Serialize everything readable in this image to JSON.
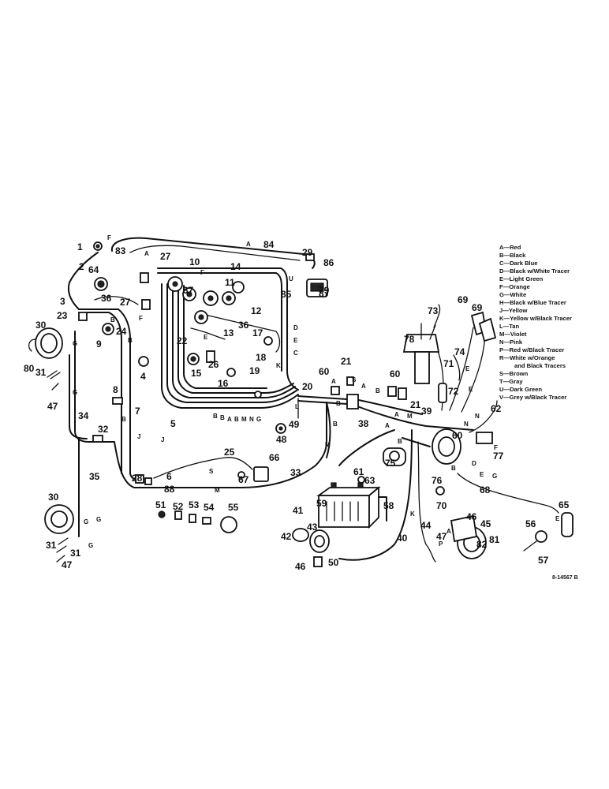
{
  "legend": [
    "A—Red",
    "B—Black",
    "C—Dark Blue",
    "D—Black w/White Tracer",
    "E—Light Green",
    "F—Orange",
    "G—White",
    "H—Black w/Blue Tracer",
    "J—Yellow",
    "K—Yellow w/Black Tracer",
    "L—Tan",
    "M—Violet",
    "N—Pink",
    "P—Red w/Black Tracer",
    "R—White w/Orange",
    "and Black Tracers",
    "S—Brown",
    "T—Gray",
    "U—Dark Green",
    "V—Grey w/Black Tracer"
  ],
  "drawing_number": "8-14567 B",
  "callouts": [
    {
      "id": "c1",
      "t": "1"
    },
    {
      "id": "c2",
      "t": "2"
    },
    {
      "id": "c3",
      "t": "3"
    },
    {
      "id": "c4",
      "t": "4"
    },
    {
      "id": "c5",
      "t": "5"
    },
    {
      "id": "c6",
      "t": "6"
    },
    {
      "id": "c7",
      "t": "7"
    },
    {
      "id": "c8",
      "t": "8"
    },
    {
      "id": "c9",
      "t": "9"
    },
    {
      "id": "c10",
      "t": "10"
    },
    {
      "id": "c11",
      "t": "11"
    },
    {
      "id": "c12",
      "t": "12"
    },
    {
      "id": "c13",
      "t": "13"
    },
    {
      "id": "c14",
      "t": "14"
    },
    {
      "id": "c15",
      "t": "15"
    },
    {
      "id": "c16",
      "t": "16"
    },
    {
      "id": "c17",
      "t": "17"
    },
    {
      "id": "c18",
      "t": "18"
    },
    {
      "id": "c19",
      "t": "19"
    },
    {
      "id": "c20",
      "t": "20"
    },
    {
      "id": "c21a",
      "t": "21"
    },
    {
      "id": "c21b",
      "t": "21"
    },
    {
      "id": "c22",
      "t": "22"
    },
    {
      "id": "c23",
      "t": "23"
    },
    {
      "id": "c24",
      "t": "24"
    },
    {
      "id": "c25",
      "t": "25"
    },
    {
      "id": "c26",
      "t": "26"
    },
    {
      "id": "c27a",
      "t": "27"
    },
    {
      "id": "c27b",
      "t": "27"
    },
    {
      "id": "c28",
      "t": "28"
    },
    {
      "id": "c29",
      "t": "29"
    },
    {
      "id": "c30a",
      "t": "30"
    },
    {
      "id": "c30b",
      "t": "30"
    },
    {
      "id": "c31a",
      "t": "31"
    },
    {
      "id": "c31b",
      "t": "31"
    },
    {
      "id": "c31c",
      "t": "31"
    },
    {
      "id": "c32",
      "t": "32"
    },
    {
      "id": "c33",
      "t": "33"
    },
    {
      "id": "c34",
      "t": "34"
    },
    {
      "id": "c35",
      "t": "35"
    },
    {
      "id": "c36a",
      "t": "36"
    },
    {
      "id": "c36b",
      "t": "36"
    },
    {
      "id": "c37",
      "t": "37"
    },
    {
      "id": "c38",
      "t": "38"
    },
    {
      "id": "c39",
      "t": "39"
    },
    {
      "id": "c40",
      "t": "40"
    },
    {
      "id": "c41",
      "t": "41"
    },
    {
      "id": "c42",
      "t": "42"
    },
    {
      "id": "c43",
      "t": "43"
    },
    {
      "id": "c44",
      "t": "44"
    },
    {
      "id": "c45",
      "t": "45"
    },
    {
      "id": "c46a",
      "t": "46"
    },
    {
      "id": "c46b",
      "t": "46"
    },
    {
      "id": "c47a",
      "t": "47"
    },
    {
      "id": "c47b",
      "t": "47"
    },
    {
      "id": "c47c",
      "t": "47"
    },
    {
      "id": "c48",
      "t": "48"
    },
    {
      "id": "c49",
      "t": "49"
    },
    {
      "id": "c50",
      "t": "50"
    },
    {
      "id": "c51",
      "t": "51"
    },
    {
      "id": "c52",
      "t": "52"
    },
    {
      "id": "c53",
      "t": "53"
    },
    {
      "id": "c54",
      "t": "54"
    },
    {
      "id": "c55",
      "t": "55"
    },
    {
      "id": "c56",
      "t": "56"
    },
    {
      "id": "c57",
      "t": "57"
    },
    {
      "id": "c58",
      "t": "58"
    },
    {
      "id": "c59",
      "t": "59"
    },
    {
      "id": "c60a",
      "t": "60"
    },
    {
      "id": "c60b",
      "t": "60"
    },
    {
      "id": "c60c",
      "t": "60"
    },
    {
      "id": "c61",
      "t": "61"
    },
    {
      "id": "c62",
      "t": "62"
    },
    {
      "id": "c63",
      "t": "63"
    },
    {
      "id": "c64",
      "t": "64"
    },
    {
      "id": "c65",
      "t": "65"
    },
    {
      "id": "c66",
      "t": "66"
    },
    {
      "id": "c67",
      "t": "67"
    },
    {
      "id": "c68",
      "t": "68"
    },
    {
      "id": "c69a",
      "t": "69"
    },
    {
      "id": "c69b",
      "t": "69"
    },
    {
      "id": "c70",
      "t": "70"
    },
    {
      "id": "c71",
      "t": "71"
    },
    {
      "id": "c72",
      "t": "72"
    },
    {
      "id": "c73",
      "t": "73"
    },
    {
      "id": "c74",
      "t": "74"
    },
    {
      "id": "c75",
      "t": "75"
    },
    {
      "id": "c76",
      "t": "76"
    },
    {
      "id": "c77",
      "t": "77"
    },
    {
      "id": "c78",
      "t": "78"
    },
    {
      "id": "c79",
      "t": "79"
    },
    {
      "id": "c80",
      "t": "80"
    },
    {
      "id": "c81",
      "t": "81"
    },
    {
      "id": "c82",
      "t": "82"
    },
    {
      "id": "c83",
      "t": "83"
    },
    {
      "id": "c84",
      "t": "84"
    },
    {
      "id": "c85",
      "t": "85"
    },
    {
      "id": "c86",
      "t": "86"
    },
    {
      "id": "c87",
      "t": "87"
    },
    {
      "id": "c88",
      "t": "88"
    }
  ],
  "wire_letters": [
    {
      "id": "w1",
      "t": "F"
    },
    {
      "id": "w2",
      "t": "A"
    },
    {
      "id": "w3",
      "t": "A"
    },
    {
      "id": "w4",
      "t": "U"
    },
    {
      "id": "w5",
      "t": "B"
    },
    {
      "id": "w6",
      "t": "F"
    },
    {
      "id": "w7",
      "t": "F"
    },
    {
      "id": "w8",
      "t": "D"
    },
    {
      "id": "w9",
      "t": "E"
    },
    {
      "id": "w10",
      "t": "C"
    },
    {
      "id": "w11",
      "t": "K"
    },
    {
      "id": "w12",
      "t": "J"
    },
    {
      "id": "w13",
      "t": "J"
    },
    {
      "id": "w14",
      "t": "B"
    },
    {
      "id": "w15",
      "t": "G"
    },
    {
      "id": "w16",
      "t": "G"
    },
    {
      "id": "w17",
      "t": "S"
    },
    {
      "id": "w18",
      "t": "M"
    },
    {
      "id": "w19",
      "t": "M"
    },
    {
      "id": "w20",
      "t": "B"
    },
    {
      "id": "w21",
      "t": "L"
    },
    {
      "id": "w22",
      "t": "A"
    },
    {
      "id": "w23",
      "t": "G"
    },
    {
      "id": "w24",
      "t": "G"
    },
    {
      "id": "w25",
      "t": "G"
    },
    {
      "id": "w26",
      "t": "A"
    },
    {
      "id": "w27",
      "t": "K"
    },
    {
      "id": "w28",
      "t": "N"
    },
    {
      "id": "w29",
      "t": "E"
    },
    {
      "id": "w30",
      "t": "E"
    },
    {
      "id": "w31",
      "t": "F"
    },
    {
      "id": "w32",
      "t": "D"
    },
    {
      "id": "w33",
      "t": "E"
    },
    {
      "id": "w34",
      "t": "B"
    },
    {
      "id": "w35",
      "t": "A"
    },
    {
      "id": "w36",
      "t": "P"
    },
    {
      "id": "w37",
      "t": "B"
    },
    {
      "id": "w38",
      "t": "S"
    },
    {
      "id": "w39",
      "t": "A"
    },
    {
      "id": "w40",
      "t": "B"
    },
    {
      "id": "w41",
      "t": "B"
    },
    {
      "id": "w42",
      "t": "A"
    },
    {
      "id": "w43",
      "t": "M"
    },
    {
      "id": "w44",
      "t": "N"
    },
    {
      "id": "w45",
      "t": "G"
    },
    {
      "id": "w46",
      "t": "E"
    },
    {
      "id": "w47",
      "t": "B"
    },
    {
      "id": "w48",
      "t": "E"
    }
  ],
  "harness_bundle_letters": [
    "B",
    "B",
    "A",
    "B",
    "M",
    "N",
    "G"
  ]
}
